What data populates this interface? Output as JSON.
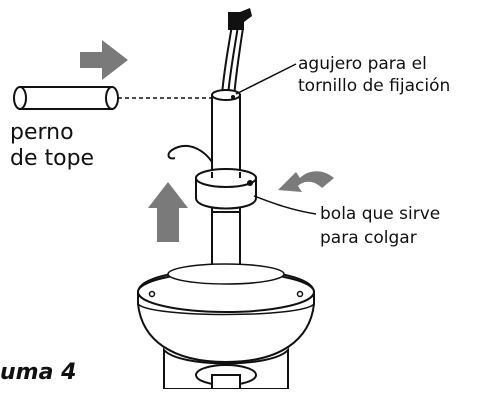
{
  "labels": {
    "screw_hole_line1": "agujero para el",
    "screw_hole_line2": "tornillo de fijación",
    "stop_pin_line1": "perno",
    "stop_pin_line2": "de tope",
    "hanger_ball_line1": "bola que sirve",
    "hanger_ball_line2": "para colgar",
    "figure_caption": "uma 4"
  },
  "colors": {
    "arrow": "#7a7a7a",
    "line": "#111111",
    "fill": "#ffffff"
  },
  "icons": {
    "push_arrow": "right-arrow-icon",
    "lift_arrow": "up-arrow-icon",
    "twist_arrow": "curved-arrow-icon"
  }
}
